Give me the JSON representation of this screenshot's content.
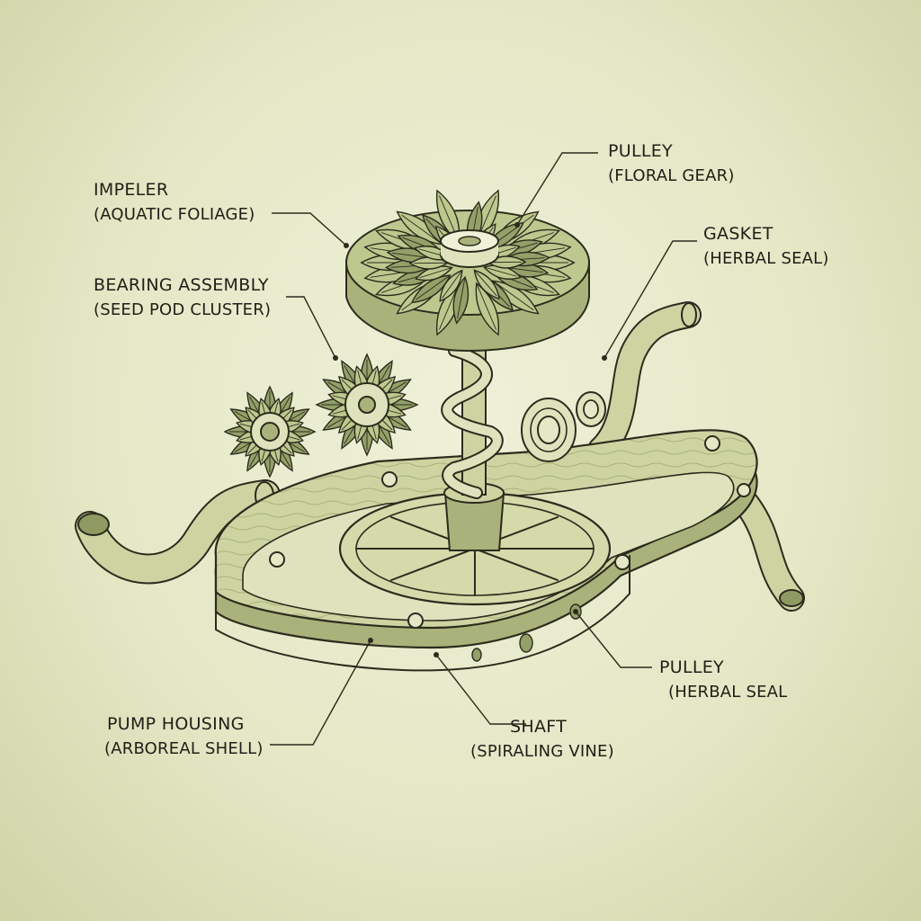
{
  "labels": {
    "impeller": {
      "title": "IMPELER",
      "sub": "(AQUATIC FOLIAGE)"
    },
    "pulley_top": {
      "title": "PULLEY",
      "sub": "(FLORAL GEAR)"
    },
    "gasket": {
      "title": "GASKET",
      "sub": "(HERBAL SEAL)"
    },
    "bearing": {
      "title": "BEARING ASSEMBLY",
      "sub": "(SEED POD CLUSTER)"
    },
    "pulley_bottom": {
      "title": "PULLEY",
      "sub": "(HERBAL SEAL"
    },
    "housing": {
      "title": "PUMP HOUSING",
      "sub": "(ARBOREAL SHELL)"
    },
    "shaft": {
      "title": "SHAFT",
      "sub": "(SPIRALING VINE)"
    }
  },
  "colors": {
    "ink": "#2c2b1d",
    "wood": "#cdd4a2",
    "wood_dark": "#a9b27a",
    "leaf": "#bcc88e",
    "leaf_dark": "#93a169",
    "background": "#e5e8c6"
  }
}
